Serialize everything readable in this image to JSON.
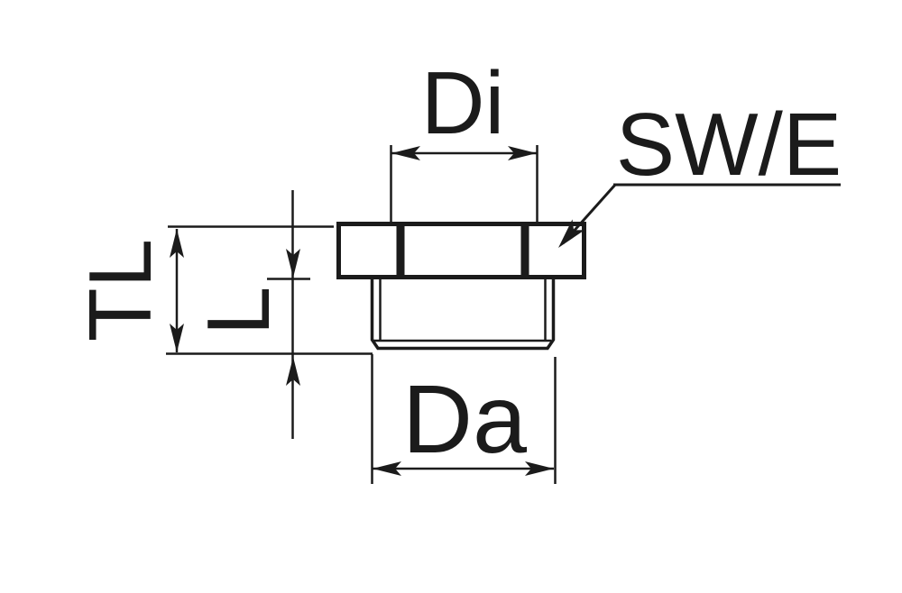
{
  "drawing": {
    "type": "technical-dimension-drawing",
    "part": "hex-head-threaded-bushing",
    "colors": {
      "background": "#ffffff",
      "line": "#1b1b1b"
    },
    "labels": {
      "di": "Di",
      "swe": "SW/E",
      "tl": "TL",
      "l": "L",
      "da": "Da"
    }
  }
}
